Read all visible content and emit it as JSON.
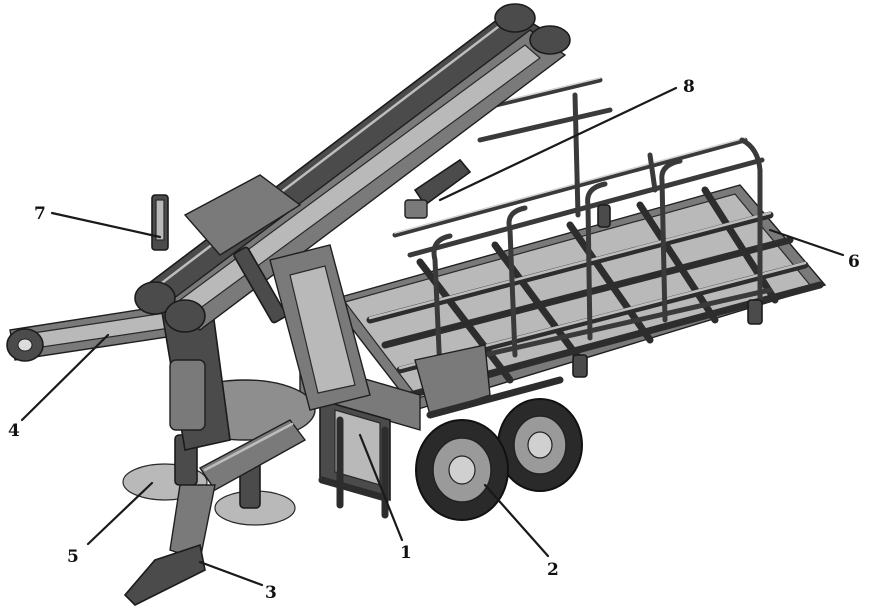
{
  "figure": {
    "description_labels": [
      "1",
      "2",
      "3",
      "4",
      "5",
      "6",
      "7",
      "8"
    ],
    "colors": {
      "background": "#ffffff",
      "metal_dark": "#4b4b4b",
      "metal_mid": "#7a7a7a",
      "metal_light": "#b9b9b9",
      "outline": "#1b1b1b"
    }
  },
  "callouts": [
    {
      "id": "1",
      "label": "1",
      "target": "frame-post"
    },
    {
      "id": "2",
      "label": "2",
      "target": "wheels"
    },
    {
      "id": "3",
      "label": "3",
      "target": "drawbar-hitch"
    },
    {
      "id": "4",
      "label": "4",
      "target": "folding-side-arm"
    },
    {
      "id": "5",
      "label": "5",
      "target": "rotary-disc"
    },
    {
      "id": "6",
      "label": "6",
      "target": "platform-cage"
    },
    {
      "id": "7",
      "label": "7",
      "target": "loader-arm-hydraulics"
    },
    {
      "id": "8",
      "label": "8",
      "target": "guide-rail-bracket"
    }
  ]
}
